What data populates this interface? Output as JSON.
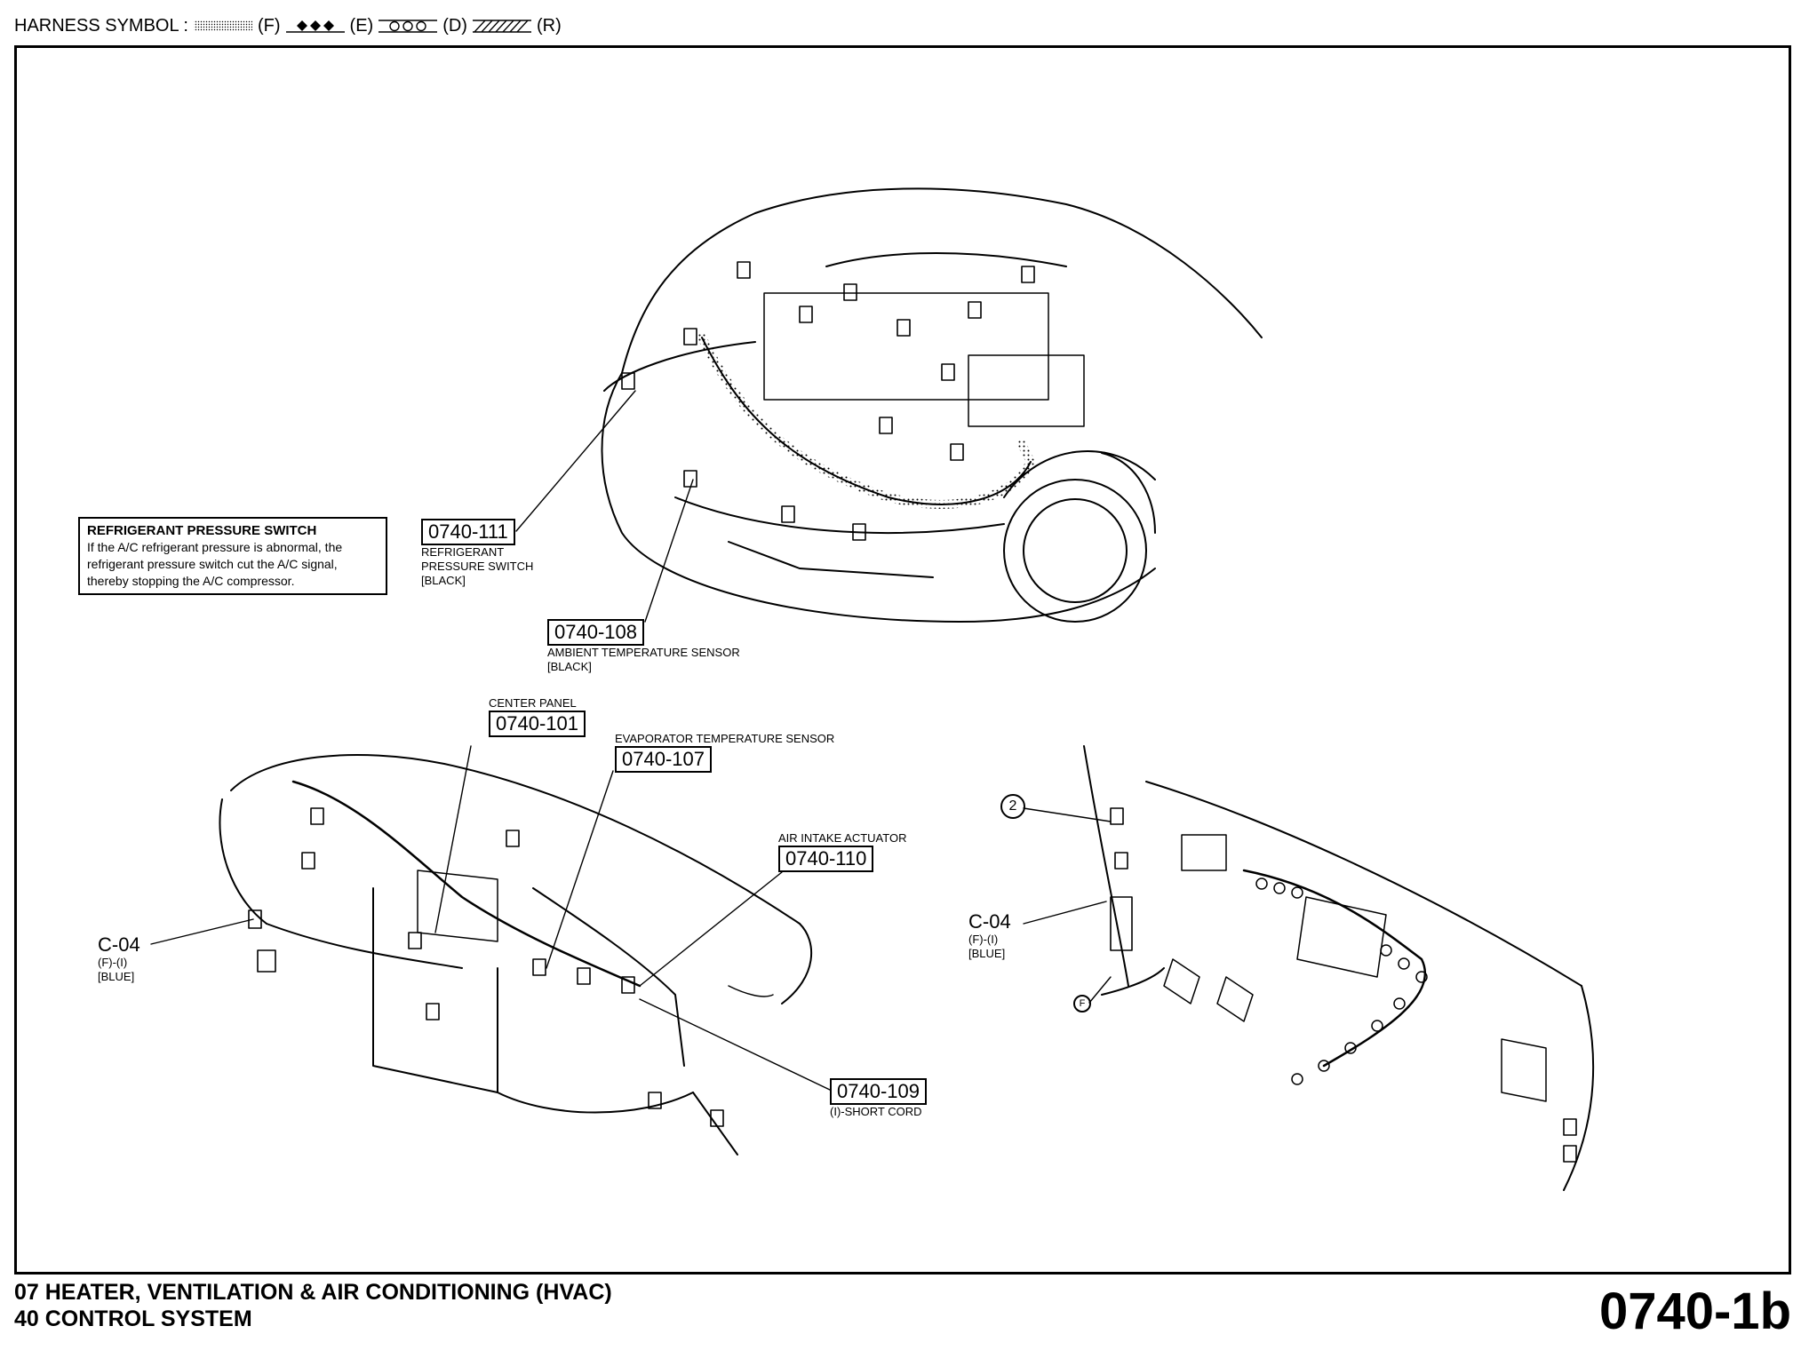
{
  "header": {
    "label": "HARNESS SYMBOL :",
    "symbols": [
      {
        "code": "(F)",
        "pattern": "dotted-band"
      },
      {
        "code": "(E)",
        "pattern": "diamond-band"
      },
      {
        "code": "(D)",
        "pattern": "circle-band"
      },
      {
        "code": "(R)",
        "pattern": "hatched-band"
      }
    ]
  },
  "engine_view": {
    "note": {
      "title": "REFRIGERANT PRESSURE SWITCH",
      "body": "If the A/C refrigerant pressure is abnormal, the refrigerant pressure switch cut the A/C signal, thereby stopping the A/C compressor."
    },
    "callouts": [
      {
        "id": "0740-111",
        "lines": [
          "REFRIGERANT",
          "PRESSURE SWITCH",
          "[BLACK]"
        ]
      },
      {
        "id": "0740-108",
        "lines": [
          "AMBIENT TEMPERATURE SENSOR",
          "[BLACK]"
        ]
      }
    ]
  },
  "dash_view": {
    "callouts": [
      {
        "id": "0740-101",
        "title": "CENTER PANEL"
      },
      {
        "id": "0740-107",
        "title": "EVAPORATOR TEMPERATURE SENSOR"
      },
      {
        "id": "0740-110",
        "title": "AIR INTAKE ACTUATOR"
      },
      {
        "id": "0740-109",
        "lines": [
          "(I)-SHORT CORD"
        ]
      }
    ],
    "connector": {
      "id": "C-04",
      "lines": [
        "(F)-(I)",
        "[BLUE]"
      ]
    }
  },
  "under_dash_view": {
    "marker": "2",
    "connector": {
      "id": "C-04",
      "lines": [
        "(F)-(I)",
        "[BLUE]"
      ]
    },
    "small_marker": "F"
  },
  "footer": {
    "section_line": "07  HEATER, VENTILATION & AIR CONDITIONING (HVAC)",
    "subsection_line": "40  CONTROL SYSTEM",
    "page_code": "0740-1b"
  }
}
